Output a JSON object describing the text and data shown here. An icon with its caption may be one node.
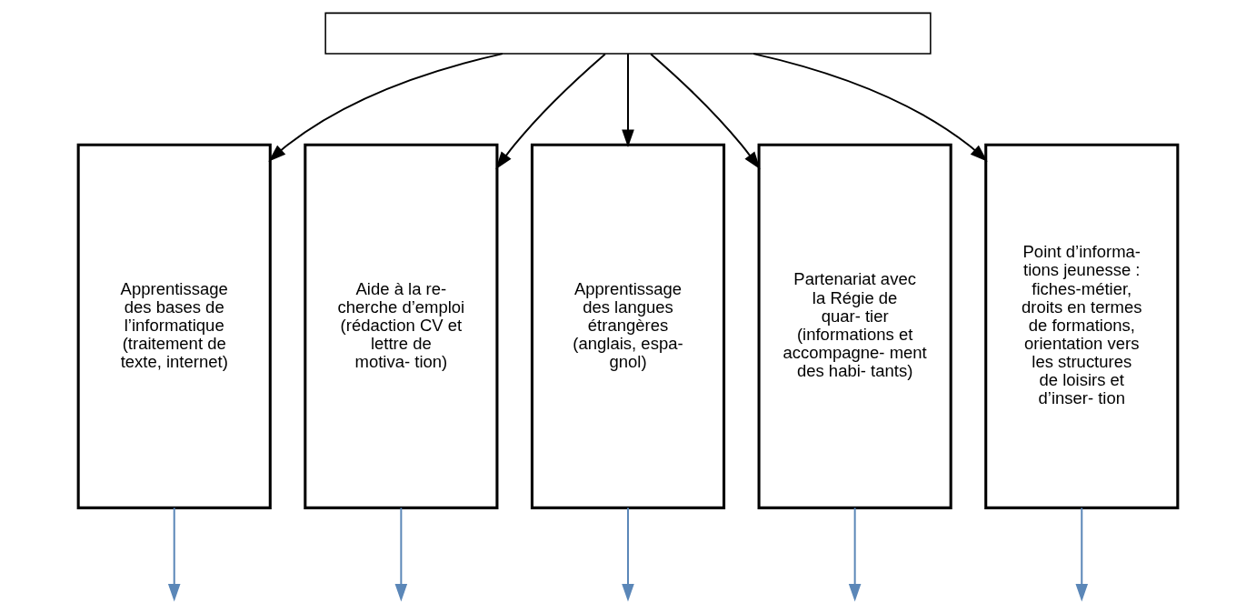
{
  "diagram": {
    "nodes": [
      {
        "text": [],
        "shape": "box"
      },
      {
        "text": [
          "Apprentissage des bases de l’informatique (traitement de texte, internet)"
        ]
      },
      {
        "text": [
          "Aide à la re- cherche d’emploi (rédaction CV et lettre de motiva- tion)"
        ]
      },
      {
        "text": [
          "Apprentissage des langues étrangères (anglais, espa- gnol)"
        ]
      },
      {
        "text": [
          "Partenariat avec la Régie de quar- tier (informations et accompagne- ment des habi- tants)"
        ]
      },
      {
        "text": [
          "Point d’informa- tions jeunesse : fiches-métier, droits en termes de formations, orientation vers les structures de loisirs et d’inser- tion"
        ]
      }
    ],
    "edges": [
      {
        "from": 0,
        "to": 1,
        "arrow": "to"
      },
      {
        "from": 0,
        "to": 2,
        "arrow": "to"
      },
      {
        "from": 0,
        "to": 3,
        "arrow": "to"
      },
      {
        "from": 0,
        "to": 4,
        "arrow": "to"
      },
      {
        "from": 0,
        "to": 5,
        "arrow": "to"
      },
      {
        "from": 1,
        "to": null,
        "arrow": "to",
        "color": "#5b87b8"
      },
      {
        "from": 2,
        "to": null,
        "arrow": "to",
        "color": "#5b87b8"
      },
      {
        "from": 3,
        "to": null,
        "arrow": "to",
        "color": "#5b87b8"
      },
      {
        "from": 4,
        "to": null,
        "arrow": "to",
        "color": "#5b87b8"
      },
      {
        "from": 5,
        "to": null,
        "arrow": "to",
        "color": "#5b87b8"
      }
    ]
  }
}
